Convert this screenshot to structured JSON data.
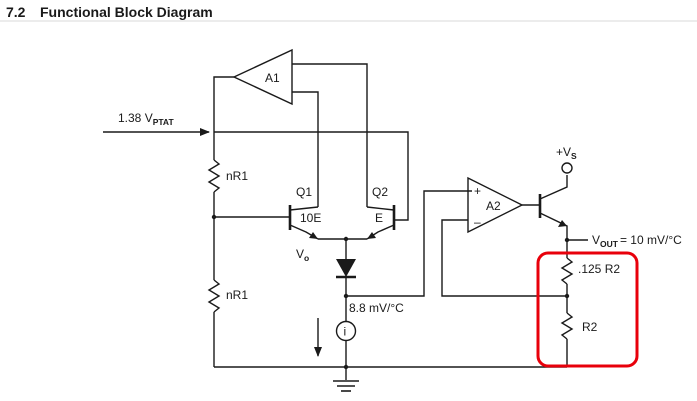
{
  "section": {
    "number": "7.2",
    "title": "Functional Block Diagram"
  },
  "labels": {
    "input_main": "1.38 V",
    "input_sub": "PTAT",
    "nr1_top": "nR1",
    "nr1_bottom": "nR1",
    "q1": "Q1",
    "q2": "Q2",
    "e10": "10E",
    "e1": "E",
    "vo": "V",
    "vo_sub": "o",
    "vs_main": "+V",
    "vs_sub": "S",
    "a1": "A1",
    "a2": "A2",
    "plus": "+",
    "minus": "–",
    "vout_main": "V",
    "vout_sub": "OUT",
    "vout_rest": "= 10 mV/°C",
    "r125": ".125 R2",
    "r2": "R2",
    "mv88": "8.8 mV/°C",
    "current_source": "i"
  },
  "colors": {
    "wire": "#1a1a1a",
    "highlight": "#e8000b",
    "background": "#ffffff"
  }
}
